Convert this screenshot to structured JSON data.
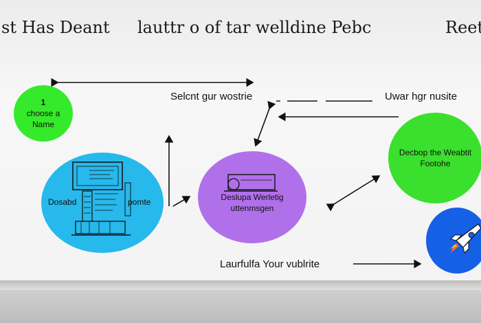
{
  "header": {
    "left": "st  Has Deant",
    "center": "lauttr  o of  tar welldine Pebc",
    "right": "Reet"
  },
  "labels": {
    "select": "Selcnt gur wostrie",
    "choose_host": "Uwar hgr nusite",
    "launch": "Laurfulfa Your vublrite"
  },
  "nodes": {
    "step1": {
      "number": "1",
      "line1": "choose a",
      "line2": "Name"
    },
    "design": {
      "left_text": "Dosabd",
      "right_text": "pomte"
    },
    "develop": {
      "line1": "Deslupa Werletig",
      "line2": "uttenmsgen"
    },
    "deploy": {
      "line1": "Decbop the Weabtit",
      "line2": "Footohe"
    }
  },
  "colors": {
    "green": "#35ea2a",
    "blue": "#27b8ec",
    "purple": "#b070ea",
    "dark_blue": "#1560e4"
  },
  "icons": [
    "monitor-sketch-icon",
    "laptop-icon",
    "rocket-icon"
  ]
}
